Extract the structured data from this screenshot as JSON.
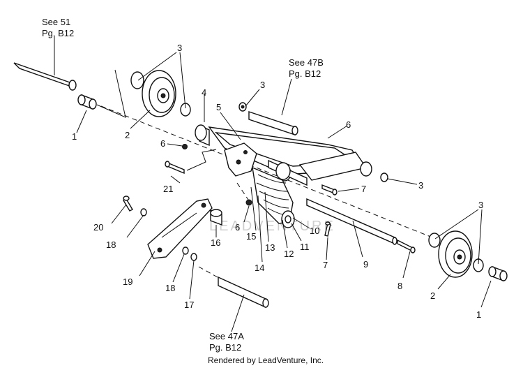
{
  "references": {
    "top_left": [
      "See 51",
      "Pg. B12"
    ],
    "top_right": [
      "See 47B",
      "Pg. B12"
    ],
    "bottom": [
      "See 47A",
      "Pg. B12"
    ]
  },
  "callouts": {
    "c1a": "1",
    "c1b": "1",
    "c2a": "2",
    "c2b": "2",
    "c3a": "3",
    "c3b": "3",
    "c3c": "3",
    "c3d": "3",
    "c4": "4",
    "c5": "5",
    "c6a": "6",
    "c6b": "6",
    "c6c": "6",
    "c7a": "7",
    "c7b": "7",
    "c8": "8",
    "c9": "9",
    "c10": "10",
    "c11": "11",
    "c12": "12",
    "c13": "13",
    "c14": "14",
    "c15": "15",
    "c16": "16",
    "c17": "17",
    "c18a": "18",
    "c18b": "18",
    "c19": "19",
    "c20": "20",
    "c21": "21"
  },
  "footer": "Rendered by LeadVenture, Inc.",
  "watermark": "LEADVENTURE",
  "colors": {
    "ink": "#111111",
    "watermark": "#cfcfcf",
    "background": "#ffffff"
  }
}
